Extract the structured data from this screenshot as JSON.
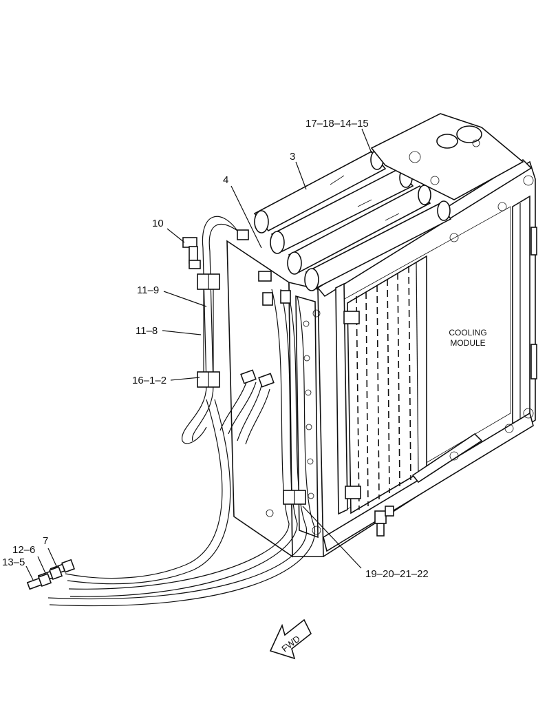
{
  "labels": {
    "p17": "17–18–14–15",
    "p3": "3",
    "p4": "4",
    "p10": "10",
    "p11_9": "11–9",
    "p11_8": "11–8",
    "p16": "16–1–2",
    "p7": "7",
    "p12": "12–6",
    "p13": "13–5",
    "p19": "19–20–21–22"
  },
  "module_label": {
    "line1": "COOLING",
    "line2": "MODULE"
  },
  "fwd_label": "FWD"
}
